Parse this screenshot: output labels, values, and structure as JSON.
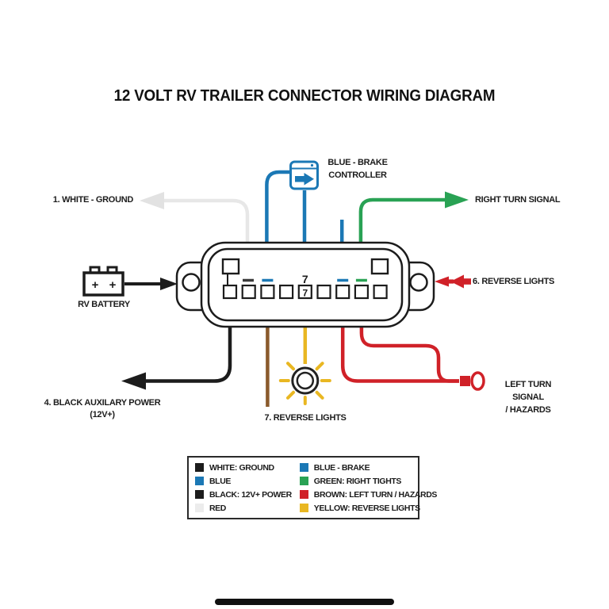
{
  "title": "12 VOLT RV TRAILER CONNECTOR WIRING DIAGRAM",
  "colors": {
    "blue": "#1b78b5",
    "green": "#29a254",
    "red": "#d02128",
    "yellow": "#e9b722",
    "brown": "#8a5a2c",
    "white_wire": "#e7e7e7",
    "white_arrow": "#e2e2e2",
    "ink": "#1c1c1c",
    "dash_dark": "#3a3a3a"
  },
  "connector": {
    "pin_number_above": "7",
    "pin_number_inside": "7"
  },
  "labels": {
    "white_ground": "1. WHITE - GROUND",
    "brake_line1": "BLUE - BRAKE",
    "brake_line2": "CONTROLLER",
    "right_turn": "RIGHT TURN SIGNAL",
    "reverse_lights_right": "6. REVERSE LIGHTS",
    "rv_battery": "RV BATTERY",
    "aux_power_line1": "4. BLACK AUXILARY POWER",
    "aux_power_line2": "(12V+)",
    "reverse_lights_bottom": "7. REVERSE LIGHTS",
    "left_turn_line1": "LEFT TURN SIGNAL",
    "left_turn_line2": "/ HAZARDS",
    "battery_plus": "+"
  },
  "legend": {
    "left": [
      {
        "swatch": "#1c1c1c",
        "label": "WHITE: GROUND"
      },
      {
        "swatch": "#1b78b5",
        "label": "BLUE"
      },
      {
        "swatch": "#1c1c1c",
        "label": "BLACK: 12V+ POWER"
      },
      {
        "swatch": "#ececec",
        "label": "RED"
      }
    ],
    "right": [
      {
        "swatch": "#1b78b5",
        "label": "BLUE - BRAKE"
      },
      {
        "swatch": "#29a254",
        "label": "GREEN: RIGHT TIGHTS"
      },
      {
        "swatch": "#d02128",
        "label": "BROWN: LEFT TURN / HAZARDS"
      },
      {
        "swatch": "#e9b722",
        "label": "YELLOW: REVERSE LIGHTS"
      }
    ]
  }
}
